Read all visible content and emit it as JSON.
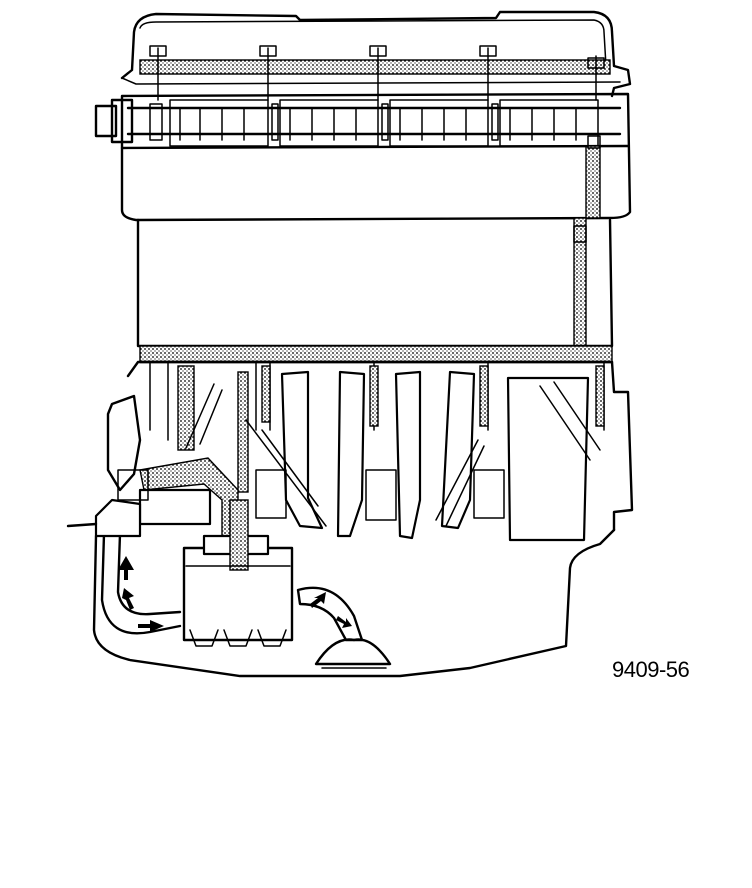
{
  "figure": {
    "number": "9409-56",
    "ink_color": "#000000",
    "paper_color": "#ffffff",
    "oil_passage_fill": "stipple"
  },
  "parts": [
    {
      "name": "valve-cover",
      "label": ""
    },
    {
      "name": "camshaft",
      "label": ""
    },
    {
      "name": "cylinder-head",
      "label": ""
    },
    {
      "name": "engine-block",
      "label": ""
    },
    {
      "name": "main-oil-gallery",
      "label": ""
    },
    {
      "name": "crankshaft",
      "label": ""
    },
    {
      "name": "oil-pump",
      "label": ""
    },
    {
      "name": "oil-filter",
      "label": ""
    },
    {
      "name": "oil-pickup",
      "label": ""
    },
    {
      "name": "oil-pan",
      "label": ""
    }
  ],
  "flow_arrows": {
    "count": 5,
    "icon": "flow-arrow-icon"
  }
}
